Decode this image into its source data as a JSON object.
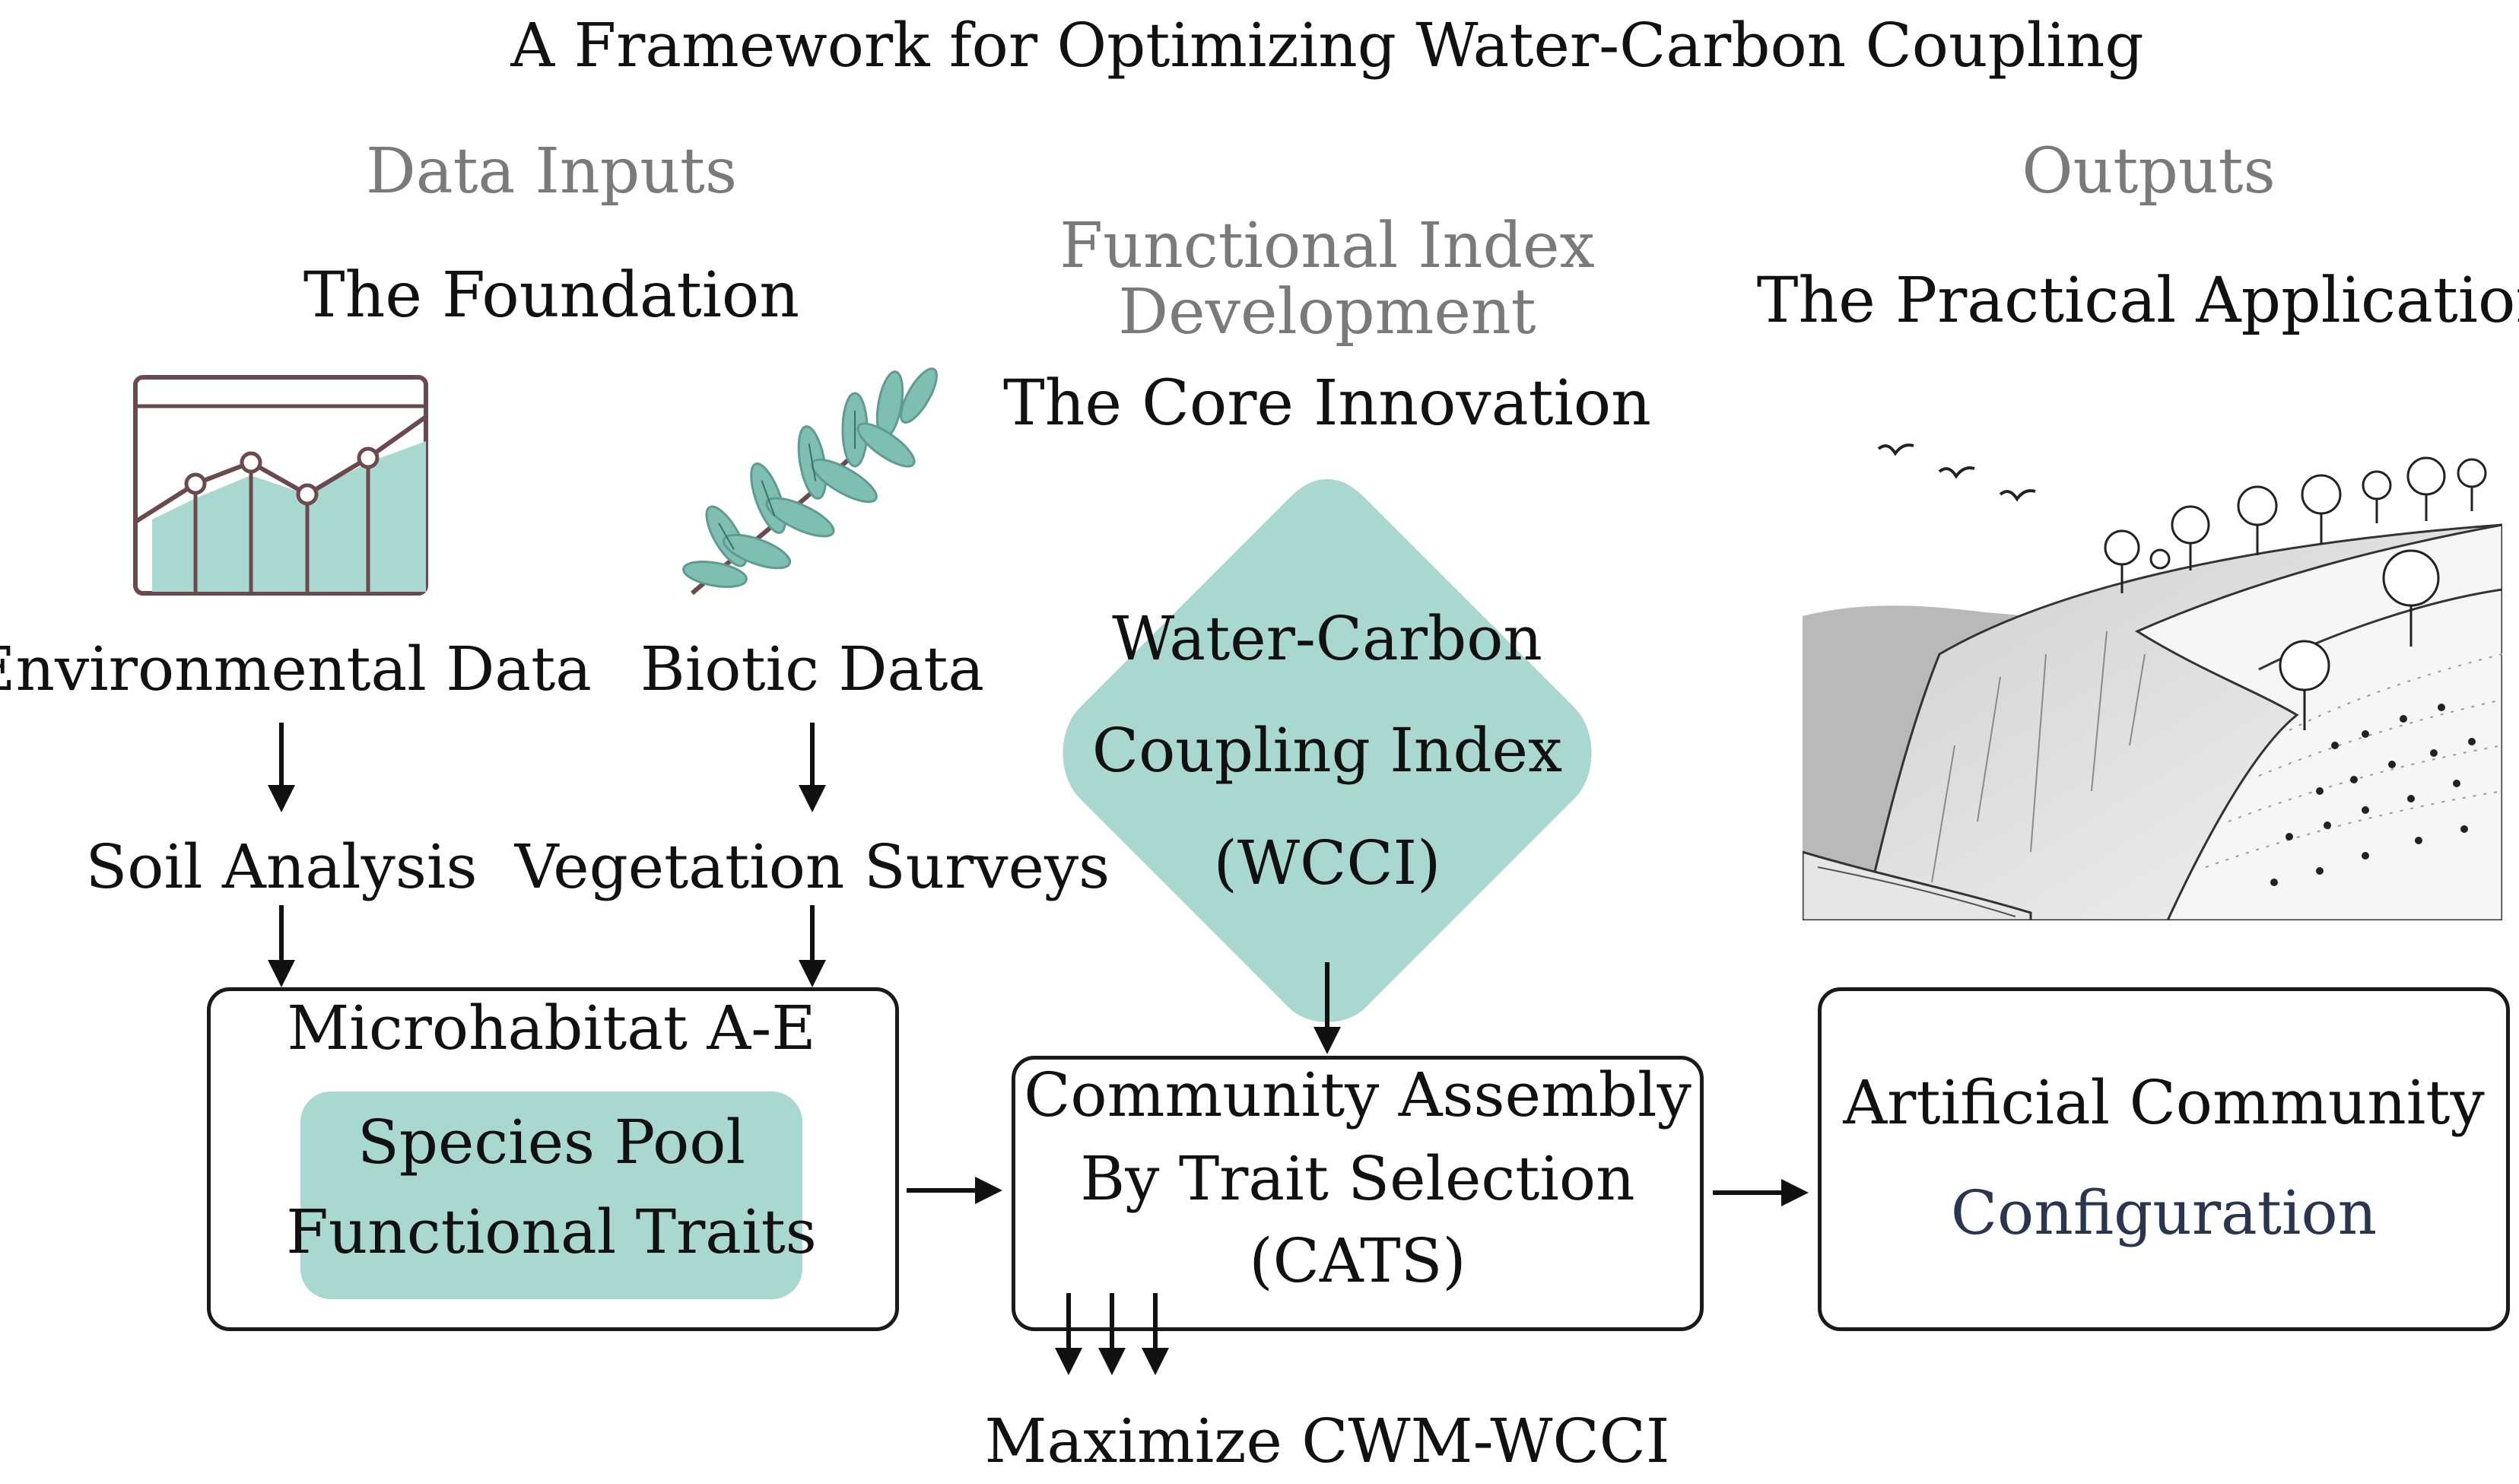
{
  "title": "A Framework for Optimizing Water-Carbon Coupling",
  "left": {
    "section": "Data Inputs",
    "subtitle": "The Foundation",
    "env_label": "Environmental Data",
    "biotic_label": "Biotic Data",
    "soil_label": "Soil Analysis",
    "veg_label": "Vegetation Surveys",
    "micro_box_title": "Microhabitat A-E",
    "species_line1": "Species Pool",
    "species_line2": "Functional Traits"
  },
  "center": {
    "section_line1": "Functional Index",
    "section_line2": "Development",
    "subtitle": "The Core Innovation",
    "wcci_line1": "Water-Carbon",
    "wcci_line2": "Coupling Index",
    "wcci_line3": "(WCCI)",
    "cats_line1": "Community Assembly",
    "cats_line2": "By Trait Selection",
    "cats_line3": "(CATS)",
    "maximize": "Maximize CWM-WCCI"
  },
  "right": {
    "section": "Outputs",
    "subtitle": "The Practical Application",
    "box_line1": "Artificial Community",
    "box_line2": "Configuration"
  },
  "colors": {
    "teal": "#a8d8cf",
    "teal_dark": "#5e9c91",
    "chart_frame": "#6b4a4e",
    "config_text": "#2a3550",
    "section_gray": "#7a7a7a"
  },
  "icons": [
    "line-chart-icon",
    "leaf-branch-icon",
    "hillside-landscape-icon"
  ]
}
